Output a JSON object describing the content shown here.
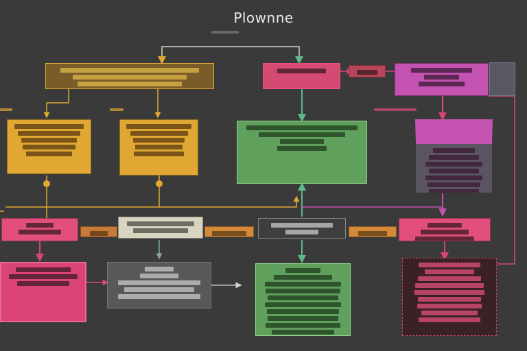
{
  "diagram": {
    "title": "Plownne",
    "colors": {
      "background": "#3a3a3a",
      "orange": "#e0a832",
      "orange_dark": "#7a5c2a",
      "green": "#5fa15c",
      "pink": "#e24f7c",
      "magenta": "#c452b0",
      "grey": "#585858",
      "dark_red": "#3a2224",
      "wire_light": "#d8d4c8",
      "wire_green": "#5fb88a",
      "wire_pink": "#d9477a"
    },
    "nodes": [
      {
        "id": "top-orange",
        "color": "orange_dark",
        "lines": [
          86,
          70,
          64
        ]
      },
      {
        "id": "top-red",
        "color": "pink",
        "lines": [
          70
        ]
      },
      {
        "id": "top-red-small",
        "color": "pink",
        "lines": [
          70
        ]
      },
      {
        "id": "top-magenta",
        "color": "magenta",
        "lines": [
          70,
          40,
          52
        ]
      },
      {
        "id": "top-side-tab",
        "color": "grey",
        "lines": []
      },
      {
        "id": "mid-orange-left",
        "color": "orange",
        "lines": [
          90,
          80,
          72,
          68,
          60
        ]
      },
      {
        "id": "mid-orange-right",
        "color": "orange",
        "lines": [
          90,
          80,
          72,
          66,
          70
        ]
      },
      {
        "id": "mid-green",
        "color": "green",
        "lines": [
          90,
          70,
          36,
          40
        ]
      },
      {
        "id": "mid-magenta",
        "color": "magenta",
        "lines": [
          60,
          70,
          80,
          70,
          80,
          74,
          70,
          78
        ]
      },
      {
        "id": "row-pink-left",
        "color": "pink",
        "lines": [
          40,
          60
        ]
      },
      {
        "id": "row-orange-tag-1",
        "color": "orange",
        "lines": [
          60
        ]
      },
      {
        "id": "row-light",
        "color": "wire_light",
        "lines": [
          86,
          70
        ]
      },
      {
        "id": "row-orange-tag-2",
        "color": "orange",
        "lines": [
          80
        ]
      },
      {
        "id": "row-grey",
        "color": "grey",
        "lines": [
          76,
          40
        ]
      },
      {
        "id": "row-orange-tag-3",
        "color": "orange",
        "lines": [
          70
        ]
      },
      {
        "id": "row-pink-right",
        "color": "pink",
        "lines": [
          40,
          56,
          70
        ]
      },
      {
        "id": "bottom-pink",
        "color": "pink",
        "lines": [
          70,
          88,
          66
        ]
      },
      {
        "id": "bottom-grey",
        "color": "grey",
        "lines": [
          30,
          40,
          84,
          72,
          84
        ]
      },
      {
        "id": "bottom-green",
        "color": "green",
        "lines": [
          40,
          66,
          86,
          84,
          80,
          86,
          82,
          80,
          84,
          70
        ]
      },
      {
        "id": "bottom-dark",
        "color": "dark_red",
        "lines": [
          70,
          56,
          72,
          78,
          80,
          72,
          74,
          64,
          70
        ]
      }
    ]
  }
}
